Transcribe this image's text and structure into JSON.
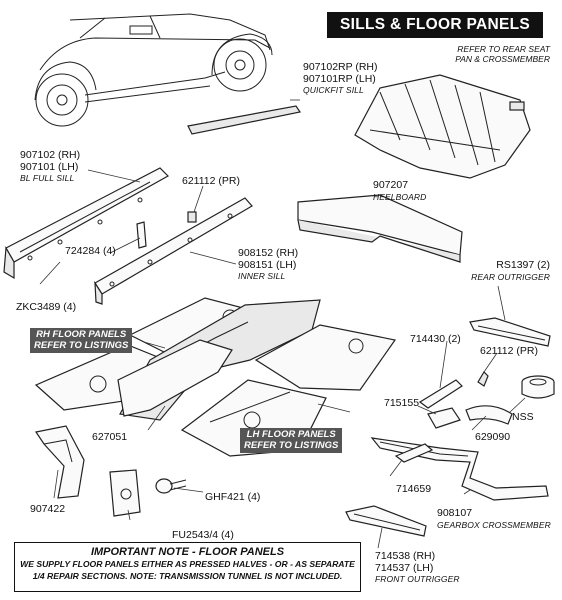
{
  "title": "SILLS & FLOOR PANELS",
  "notes": {
    "rear_seat": [
      "REFER TO REAR SEAT",
      "PAN & CROSSMEMBER"
    ]
  },
  "parts": {
    "quickfit_sill": {
      "rh": "907102RP (RH)",
      "lh": "907101RP (LH)",
      "desc": "QUICKFIT SILL"
    },
    "full_sill": {
      "rh": "907102 (RH)",
      "lh": "907101 (LH)",
      "desc": "BL FULL SILL"
    },
    "p621112_top": "621112 (PR)",
    "heelboard": {
      "num": "907207",
      "desc": "HEELBOARD"
    },
    "p724284": "724284 (4)",
    "inner_sill": {
      "rh": "908152 (RH)",
      "lh": "908151 (LH)",
      "desc": "INNER SILL"
    },
    "zkc3489": "ZKC3489 (4)",
    "rear_outrigger": {
      "num": "RS1397 (2)",
      "desc": "REAR OUTRIGGER"
    },
    "p714430": "714430 (2)",
    "p621112_right": "621112 (PR)",
    "p715155": "715155",
    "nss": "NSS",
    "p627051": "627051",
    "p629090": "629090",
    "p714659": "714659",
    "p907422": "907422",
    "ghf421": "GHF421 (4)",
    "gearbox_crossmember": {
      "num": "908107",
      "desc": "GEARBOX CROSSMEMBER"
    },
    "fu2543": "FU2543/4 (4)",
    "front_outrigger": {
      "rh": "714538 (RH)",
      "lh": "714537 (LH)",
      "desc": "FRONT OUTRIGGER"
    }
  },
  "tags": {
    "rh_floor": [
      "RH FLOOR PANELS",
      "REFER TO LISTINGS"
    ],
    "lh_floor": [
      "LH FLOOR PANELS",
      "REFER TO LISTINGS"
    ]
  },
  "important_note": {
    "heading": "IMPORTANT NOTE - FLOOR PANELS",
    "lines": [
      "WE SUPPLY FLOOR PANELS EITHER AS PRESSED HALVES - OR - AS SEPARATE",
      "1/4 REPAIR SECTIONS. NOTE: TRANSMISSION TUNNEL IS NOT INCLUDED."
    ]
  }
}
